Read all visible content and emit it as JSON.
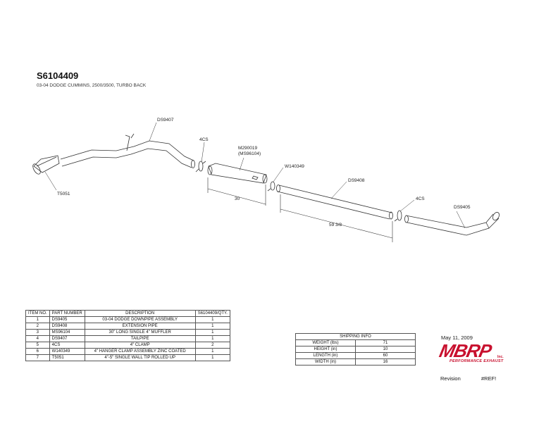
{
  "header": {
    "part_number": "S6104409",
    "description": "03-04 DODGE CUMMINS, 2500/3500, TURBO BACK"
  },
  "callouts": {
    "tip": "T5051",
    "tailpipe": "DS9407",
    "clamp_left": "4CS",
    "muffler_line1": "M290019",
    "muffler_line2": "(MS96104)",
    "hanger": "W140349",
    "extension": "DS9408",
    "clamp_right": "4CS",
    "downpipe": "DS9405",
    "dim_muffler": "30",
    "dim_extension": "59 3/8"
  },
  "bom": {
    "headers": [
      "ITEM NO.",
      "PART NUMBER",
      "DESCRIPTION",
      "S6104409/QTY."
    ],
    "rows": [
      [
        "1",
        "DS9405",
        "03-04 DODGE DOWNPIPE ASSEMBLY",
        "1"
      ],
      [
        "2",
        "DS9408",
        "EXTENSION PIPE",
        "1"
      ],
      [
        "3",
        "MS96104",
        "30\" LONG SINGLE 4\" MUFFLER",
        "1"
      ],
      [
        "4",
        "DS9407",
        "TAILPIPE",
        "1"
      ],
      [
        "5",
        "4CS",
        "4\" CLAMP",
        "2"
      ],
      [
        "6",
        "W140349",
        "4\" HANGER CLAMP ASSEMBLY ZINC COATED",
        "1"
      ],
      [
        "7",
        "T5051",
        "4\"-5\" SINGLE WALL TIP ROLLED UP",
        "1"
      ]
    ]
  },
  "shipping": {
    "title": "SHIPPING INFO",
    "rows": [
      [
        "WEIGHT (lbs)",
        "71"
      ],
      [
        "HEIGHT (in)",
        "10"
      ],
      [
        "LENGTH (in)",
        "60"
      ],
      [
        "WIDTH (in)",
        "16"
      ]
    ]
  },
  "footer": {
    "date": "May 11, 2009",
    "logo_text": "MBRP",
    "logo_inc": "Inc.",
    "logo_tagline": "PERFORMANCE EXHAUST",
    "revision_label": "Revision",
    "revision_value": "#REF!"
  },
  "colors": {
    "brand": "#c8102e",
    "line": "#333333"
  }
}
